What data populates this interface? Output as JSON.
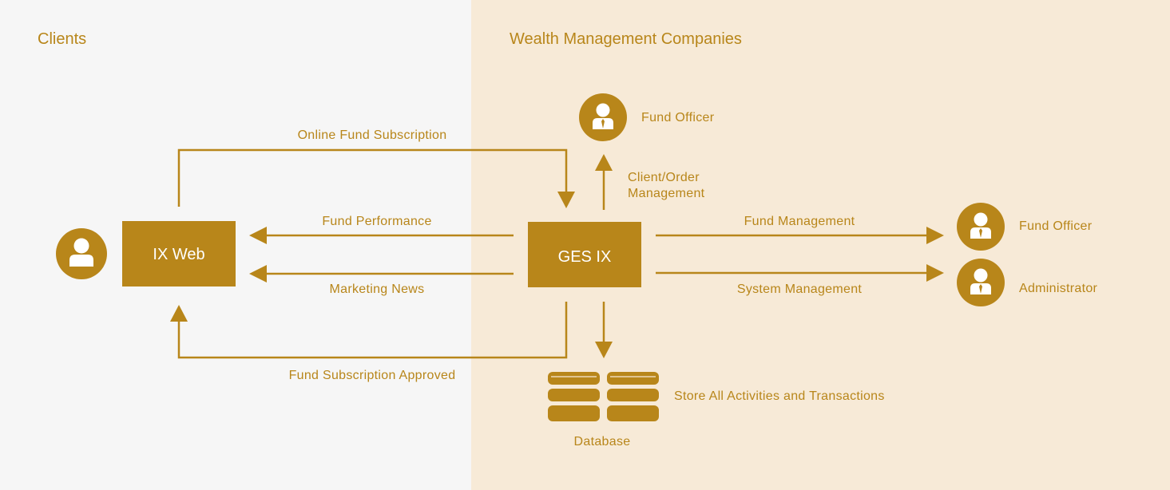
{
  "colors": {
    "accent": "#b8861a",
    "left_bg": "#f6f6f6",
    "right_bg": "#f7ead7"
  },
  "regions": {
    "left_title": "Clients",
    "right_title": "Wealth Management Companies"
  },
  "nodes": {
    "ix_web": "IX Web",
    "ges_ix": "GES IX",
    "fund_officer_top": "Fund Officer",
    "fund_officer_right": "Fund Officer",
    "administrator": "Administrator",
    "database": "Database"
  },
  "edges": {
    "online_subscription": "Online Fund Subscription",
    "fund_performance": "Fund Performance",
    "marketing_news": "Marketing News",
    "subscription_approved": "Fund Subscription Approved",
    "client_order_line1": "Client/Order",
    "client_order_line2": "Management",
    "fund_management": "Fund Management",
    "system_management": "System Management",
    "store_all": "Store All Activities and Transactions"
  },
  "icons": {
    "client": "user-icon",
    "staff": "user-tie-icon",
    "database": "database-icon"
  }
}
